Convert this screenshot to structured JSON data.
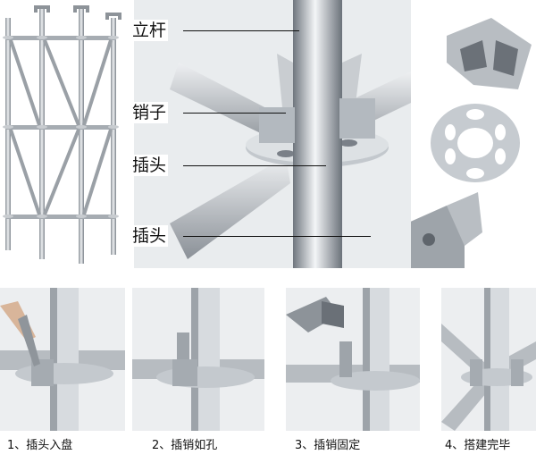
{
  "callouts": {
    "upright": "立杆",
    "wedge_pin": "销子",
    "plug_head_upper": "插头",
    "plug_head_lower": "插头"
  },
  "steps": [
    {
      "label": "1、插头入盘"
    },
    {
      "label": "2、插销如孔"
    },
    {
      "label": "3、插销固定"
    },
    {
      "label": "4、搭建完毕"
    }
  ],
  "colors": {
    "steel_light": "#e6e9ec",
    "steel_mid": "#b9bec4",
    "steel_dark": "#7d848c",
    "background": "#ffffff"
  }
}
